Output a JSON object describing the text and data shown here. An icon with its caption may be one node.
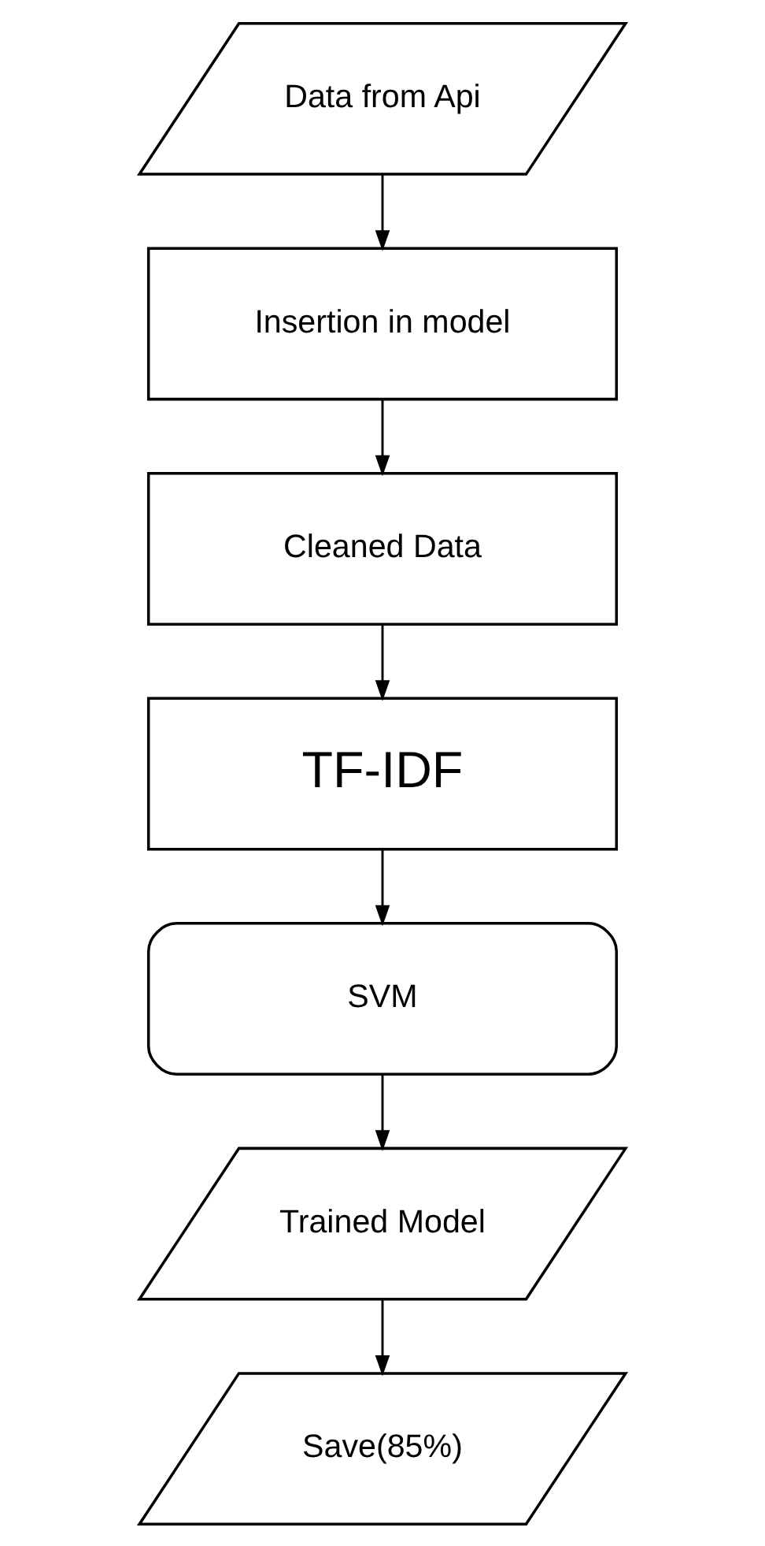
{
  "diagram": {
    "nodes": [
      {
        "text": [
          "Data from Api"
        ]
      },
      {
        "text": [
          "Insertion in model"
        ]
      },
      {
        "text": [
          "Cleaned Data"
        ]
      },
      {
        "text": [
          "TF-IDF"
        ]
      },
      {
        "text": [
          "SVM"
        ]
      },
      {
        "text": [
          "Trained Model"
        ]
      },
      {
        "text": [
          "Save(85%)"
        ]
      }
    ],
    "edges": [
      {
        "from": 0,
        "to": 1,
        "arrow": "to"
      },
      {
        "from": 1,
        "to": 2,
        "arrow": "to"
      },
      {
        "from": 2,
        "to": 3,
        "arrow": "to"
      },
      {
        "from": 3,
        "to": 4,
        "arrow": "to"
      },
      {
        "from": 4,
        "to": 5,
        "arrow": "to"
      },
      {
        "from": 5,
        "to": 6,
        "arrow": "to"
      }
    ]
  }
}
